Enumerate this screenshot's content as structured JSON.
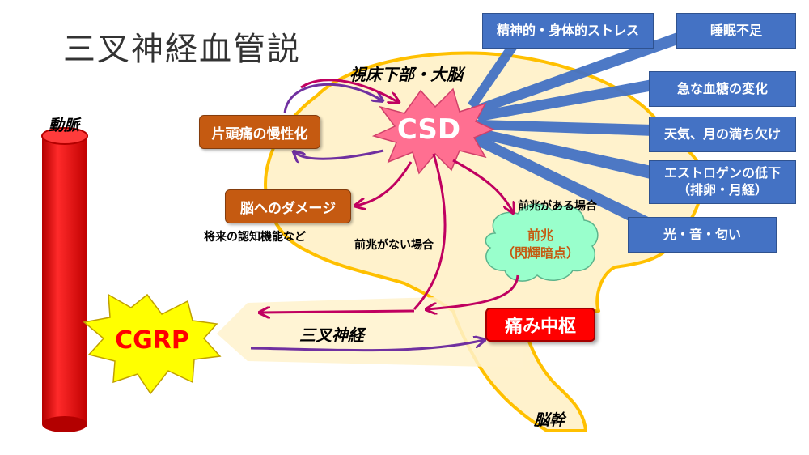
{
  "title": "三叉神経血管説",
  "labels": {
    "hypothalamus": "視床下部・大脳",
    "artery": "動脈",
    "trigeminal": "三叉神経",
    "brainstem": "脳幹",
    "no_aura": "前兆がない場合",
    "with_aura": "前兆がある場合",
    "future_cognitive": "将来の認知機能など"
  },
  "csd": "CSD",
  "cgrp": "CGRP",
  "aura": {
    "line1": "前兆",
    "line2": "（閃輝暗点）"
  },
  "pain_center": "痛み中枢",
  "orange_boxes": {
    "chronic": "片頭痛の慢性化",
    "damage": "脳へのダメージ"
  },
  "triggers": {
    "stress": "精神的・身体的ストレス",
    "sleep": "睡眠不足",
    "blood_sugar": "急な血糖の変化",
    "weather": "天気、月の満ち欠け",
    "estrogen_1": "エストロゲンの低下",
    "estrogen_2": "（排卵・月経）",
    "sensory": "光・音・匂い"
  },
  "colors": {
    "brain_fill": "#fff2cc",
    "brain_stroke": "#ffc000",
    "blue": "#4472c4",
    "orange": "#c55a11",
    "red": "#ff0000",
    "csd_fill": "#ff6f91",
    "cgrp_fill": "#ffff00",
    "aura_fill": "#99ffcc",
    "arrow_magenta": "#c00060",
    "arrow_purple": "#7030a0"
  }
}
